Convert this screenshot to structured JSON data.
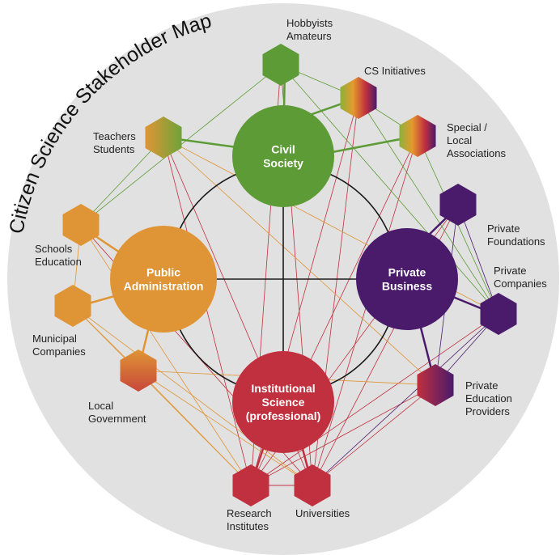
{
  "title": "Citizen Science Stakeholder Map",
  "colors": {
    "background": "#e1e1e1",
    "civil": "#5c9b35",
    "public": "#df9535",
    "private": "#4a1a6b",
    "science": "#c1303e",
    "ring": "#1a1a1a"
  },
  "hubs": [
    {
      "id": "civil",
      "lines": [
        "Civil",
        "Society"
      ],
      "color": "#5c9b35"
    },
    {
      "id": "public",
      "lines": [
        "Public",
        "Administration"
      ],
      "color": "#df9535"
    },
    {
      "id": "private",
      "lines": [
        "Private",
        "Business"
      ],
      "color": "#4a1a6b"
    },
    {
      "id": "science",
      "lines": [
        "Institutional",
        "Science",
        "(professional)"
      ],
      "color": "#c1303e"
    }
  ],
  "stakeholders": [
    {
      "id": "hobbyists",
      "lines": [
        "Hobbyists",
        "Amateurs"
      ],
      "fill": "#5c9b35"
    },
    {
      "id": "cs-initiatives",
      "lines": [
        "CS Initiatives"
      ],
      "fill": "multi"
    },
    {
      "id": "special-local",
      "lines": [
        "Special /",
        "Local",
        "Associations"
      ],
      "fill": "multi"
    },
    {
      "id": "teachers",
      "lines": [
        "Teachers",
        "Students"
      ],
      "fill": "orange-green"
    },
    {
      "id": "schools",
      "lines": [
        "Schools",
        "Education"
      ],
      "fill": "#df9535"
    },
    {
      "id": "municipal",
      "lines": [
        "Municipal",
        "Companies"
      ],
      "fill": "#df9535"
    },
    {
      "id": "local-gov",
      "lines": [
        "Local",
        "Government"
      ],
      "fill": "orange-red"
    },
    {
      "id": "private-foundations",
      "lines": [
        "Private",
        "Foundations"
      ],
      "fill": "#4a1a6b"
    },
    {
      "id": "private-companies",
      "lines": [
        "Private",
        "Companies"
      ],
      "fill": "#4a1a6b"
    },
    {
      "id": "private-education",
      "lines": [
        "Private",
        "Education",
        "Providers"
      ],
      "fill": "red-purple"
    },
    {
      "id": "research-institutes",
      "lines": [
        "Research",
        "Institutes"
      ],
      "fill": "#c1303e"
    },
    {
      "id": "universities",
      "lines": [
        "Universities"
      ],
      "fill": "#c1303e"
    }
  ]
}
